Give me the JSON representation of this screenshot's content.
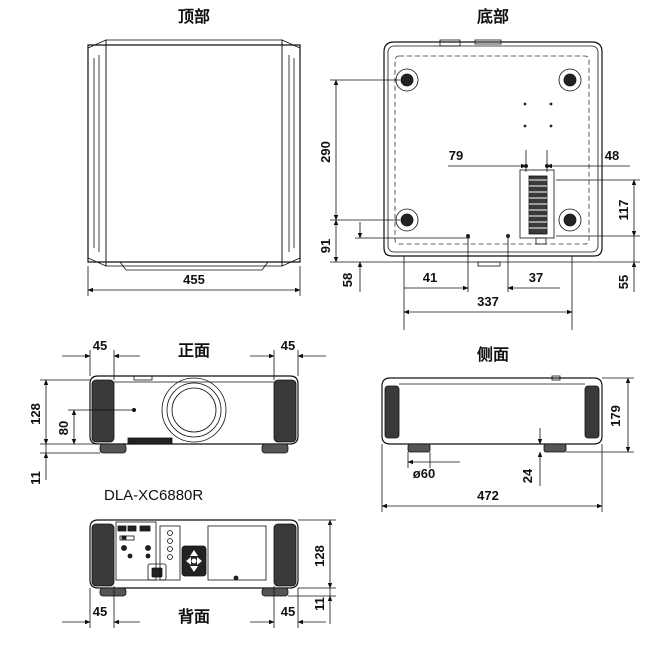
{
  "views": {
    "top": {
      "title": "顶部"
    },
    "bottom": {
      "title": "底部"
    },
    "front": {
      "title": "正面"
    },
    "side": {
      "title": "侧面"
    },
    "back": {
      "title": "背面"
    }
  },
  "model": "DLA-XC6880R",
  "dimensions": {
    "top_width": "455",
    "bottom_290": "290",
    "bottom_91": "91",
    "bottom_58": "58",
    "bottom_79": "79",
    "bottom_48": "48",
    "bottom_117": "117",
    "bottom_55": "55",
    "bottom_41": "41",
    "bottom_37": "37",
    "bottom_337": "337",
    "front_45_left": "45",
    "front_45_right": "45",
    "front_128": "128",
    "front_80": "80",
    "front_11": "11",
    "side_179": "179",
    "side_foot_dia": "ø60",
    "side_24": "24",
    "side_472": "472",
    "back_128": "128",
    "back_11": "11",
    "back_45_left": "45",
    "back_45_right": "45"
  }
}
